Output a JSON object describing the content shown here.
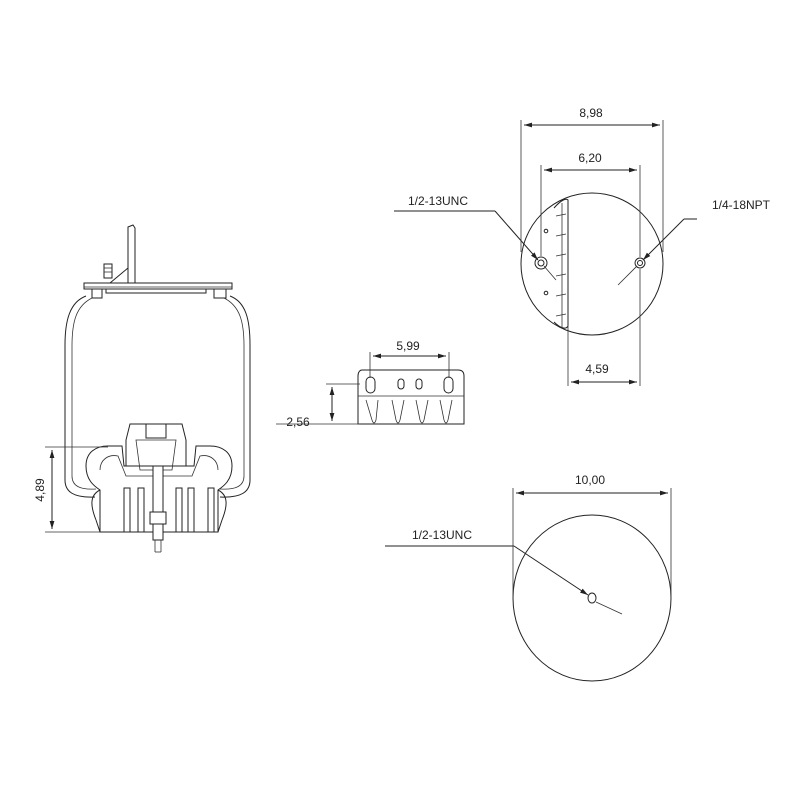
{
  "side_view": {
    "height_label": "4,89"
  },
  "bracket_view": {
    "width_label": "5,99",
    "height_label": "2,56"
  },
  "top_view": {
    "overall_label": "8,98",
    "bolt_span_label": "6,20",
    "offset_label": "4,59",
    "left_port_label": "1/2-13UNC",
    "right_port_label": "1/4-18NPT"
  },
  "bottom_view": {
    "diameter_label": "10,00",
    "center_port_label": "1/2-13UNC"
  }
}
